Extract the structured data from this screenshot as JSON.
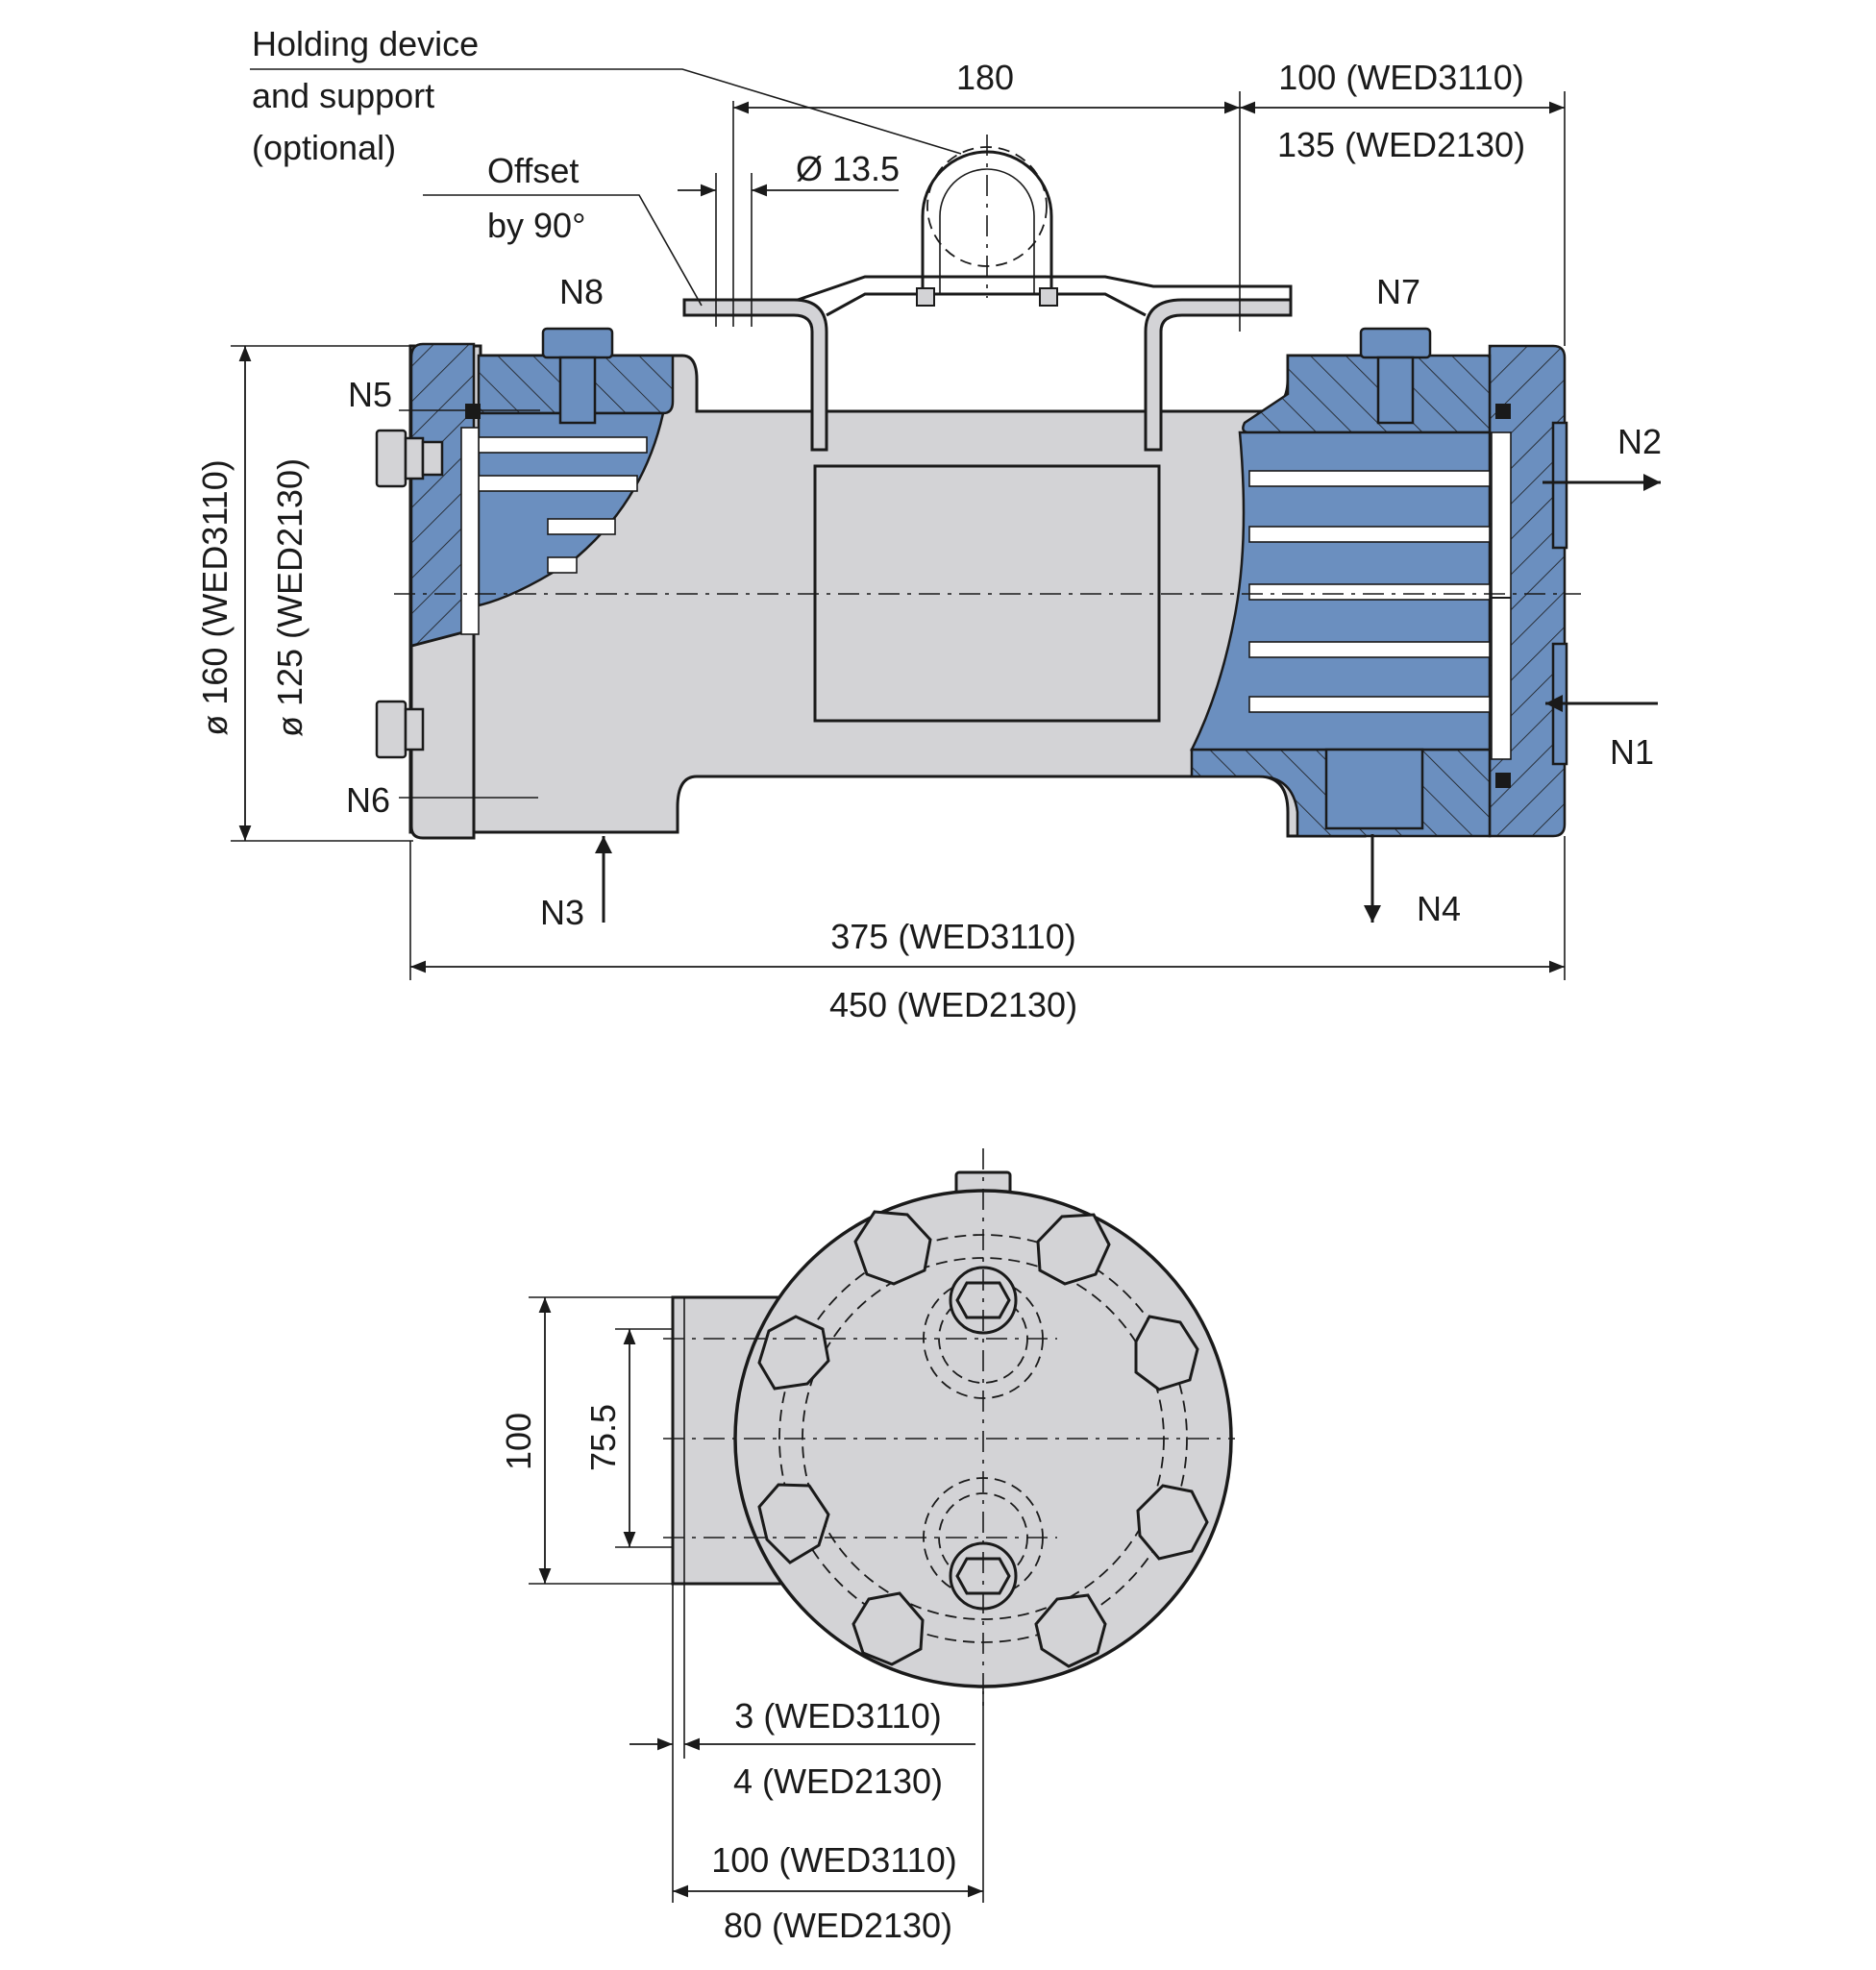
{
  "labels": {
    "holding": [
      "Holding device",
      "and support",
      "(optional)"
    ],
    "offset": [
      "Offset",
      "by 90°"
    ],
    "n1": "N1",
    "n2": "N2",
    "n3": "N3",
    "n4": "N4",
    "n5": "N5",
    "n6": "N6",
    "n7": "N7",
    "n8": "N8"
  },
  "dimensions": {
    "bracket_span": "180",
    "hole_dia": "Ø 13.5",
    "end_offset_a": "100 (WED3110)",
    "end_offset_b": "135 (WED2130)",
    "outer_dia_a": "ø 160  (WED3110)",
    "outer_dia_b": "ø 125  (WED2130)",
    "length_a": "375 (WED3110)",
    "length_b": "450 (WED2130)",
    "foot_width": "100",
    "foot_holes": "75.5",
    "plate_a": "3 (WED3110)",
    "plate_b": "4 (WED2130)",
    "foot_depth_a": "100 (WED3110)",
    "foot_depth_b": "80 (WED2130)"
  },
  "colors": {
    "steel": "#6b8fbf",
    "body": "#d3d3d6",
    "line": "#1a1a1a"
  }
}
